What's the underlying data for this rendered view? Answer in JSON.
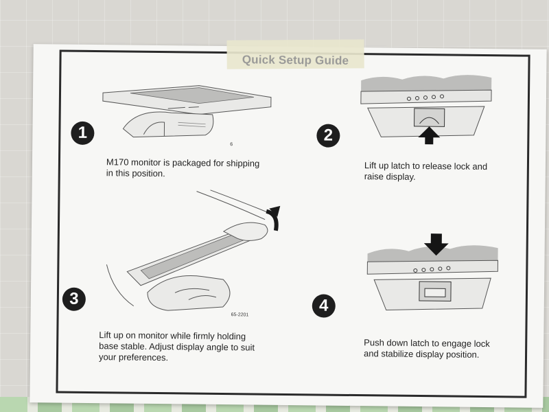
{
  "title": "Quick Setup Guide",
  "steps": [
    {
      "number": "1",
      "text_line1": "M170 monitor is packaged for shipping",
      "text_line2": "in this position.",
      "text_line3": ""
    },
    {
      "number": "2",
      "text_line1": "Lift up latch to release lock and",
      "text_line2": "raise display.",
      "text_line3": ""
    },
    {
      "number": "3",
      "text_line1": "Lift up on monitor while firmly holding",
      "text_line2": "base stable. Adjust display angle to suit",
      "text_line3": "your preferences."
    },
    {
      "number": "4",
      "text_line1": "Push down latch to engage lock",
      "text_line2": "and stabilize display position.",
      "text_line3": ""
    }
  ],
  "illustration_codes": {
    "step3_code": "65-2201",
    "step1_mark": "6"
  }
}
